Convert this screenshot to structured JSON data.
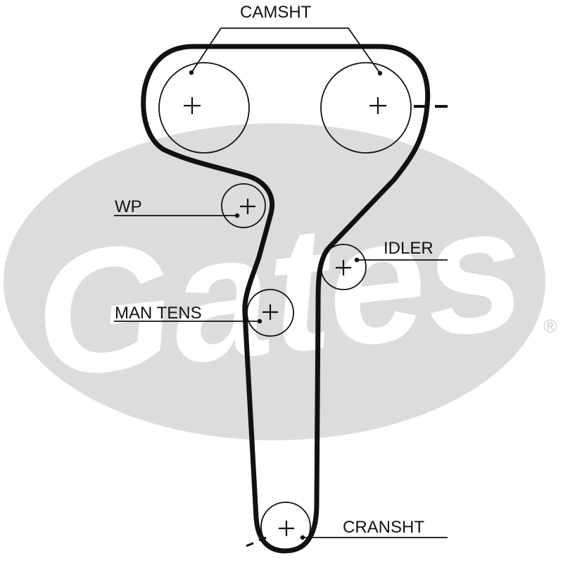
{
  "labels": {
    "camshaft": "CAMSHT",
    "water_pump": "WP",
    "idler": "IDLER",
    "manual_tensioner": "MAN TENS",
    "crankshaft": "CRANSHT"
  },
  "watermark": {
    "brand": "Gates",
    "registered_mark": "®",
    "color": "#dcdcdc"
  },
  "colors": {
    "line": "#111111",
    "background": "#ffffff"
  }
}
